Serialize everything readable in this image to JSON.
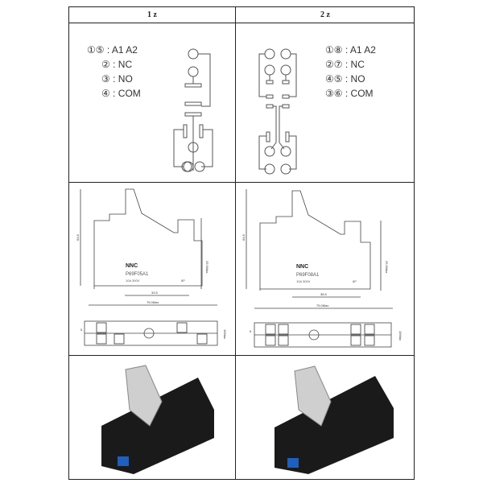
{
  "columns": [
    {
      "header": "1 z",
      "pins": [
        {
          "pins": "①⑤",
          "label": "A1  A2"
        },
        {
          "pins": "②",
          "label": "NC"
        },
        {
          "pins": "③",
          "label": "NO"
        },
        {
          "pins": "④",
          "label": "COM"
        }
      ],
      "model": "P69F05A1",
      "rating": "10A 300V",
      "poles": "8P",
      "brand": "NNC",
      "dims": {
        "height": "64.8",
        "side": "25.5Max",
        "pitch": "33.5",
        "width": "75.0Max",
        "depth": "16Max",
        "small": "5"
      }
    },
    {
      "header": "2 z",
      "pins": [
        {
          "pins": "①⑧",
          "label": "A1  A2"
        },
        {
          "pins": "②⑦",
          "label": "NC"
        },
        {
          "pins": "④⑤",
          "label": "NO"
        },
        {
          "pins": "③⑥",
          "label": "COM"
        }
      ],
      "model": "P69F08A1",
      "rating": "10A 300V",
      "poles": "8P",
      "brand": "NNC",
      "dims": {
        "height": "64.8",
        "side": "25.5Max",
        "pitch": "38.5",
        "width": "75.0Max",
        "depth": "16Max",
        "small": "5"
      }
    }
  ],
  "colors": {
    "socket": "#1a1a1a",
    "clip": "#cfcfcf",
    "terminal": "#1e5fbf"
  }
}
